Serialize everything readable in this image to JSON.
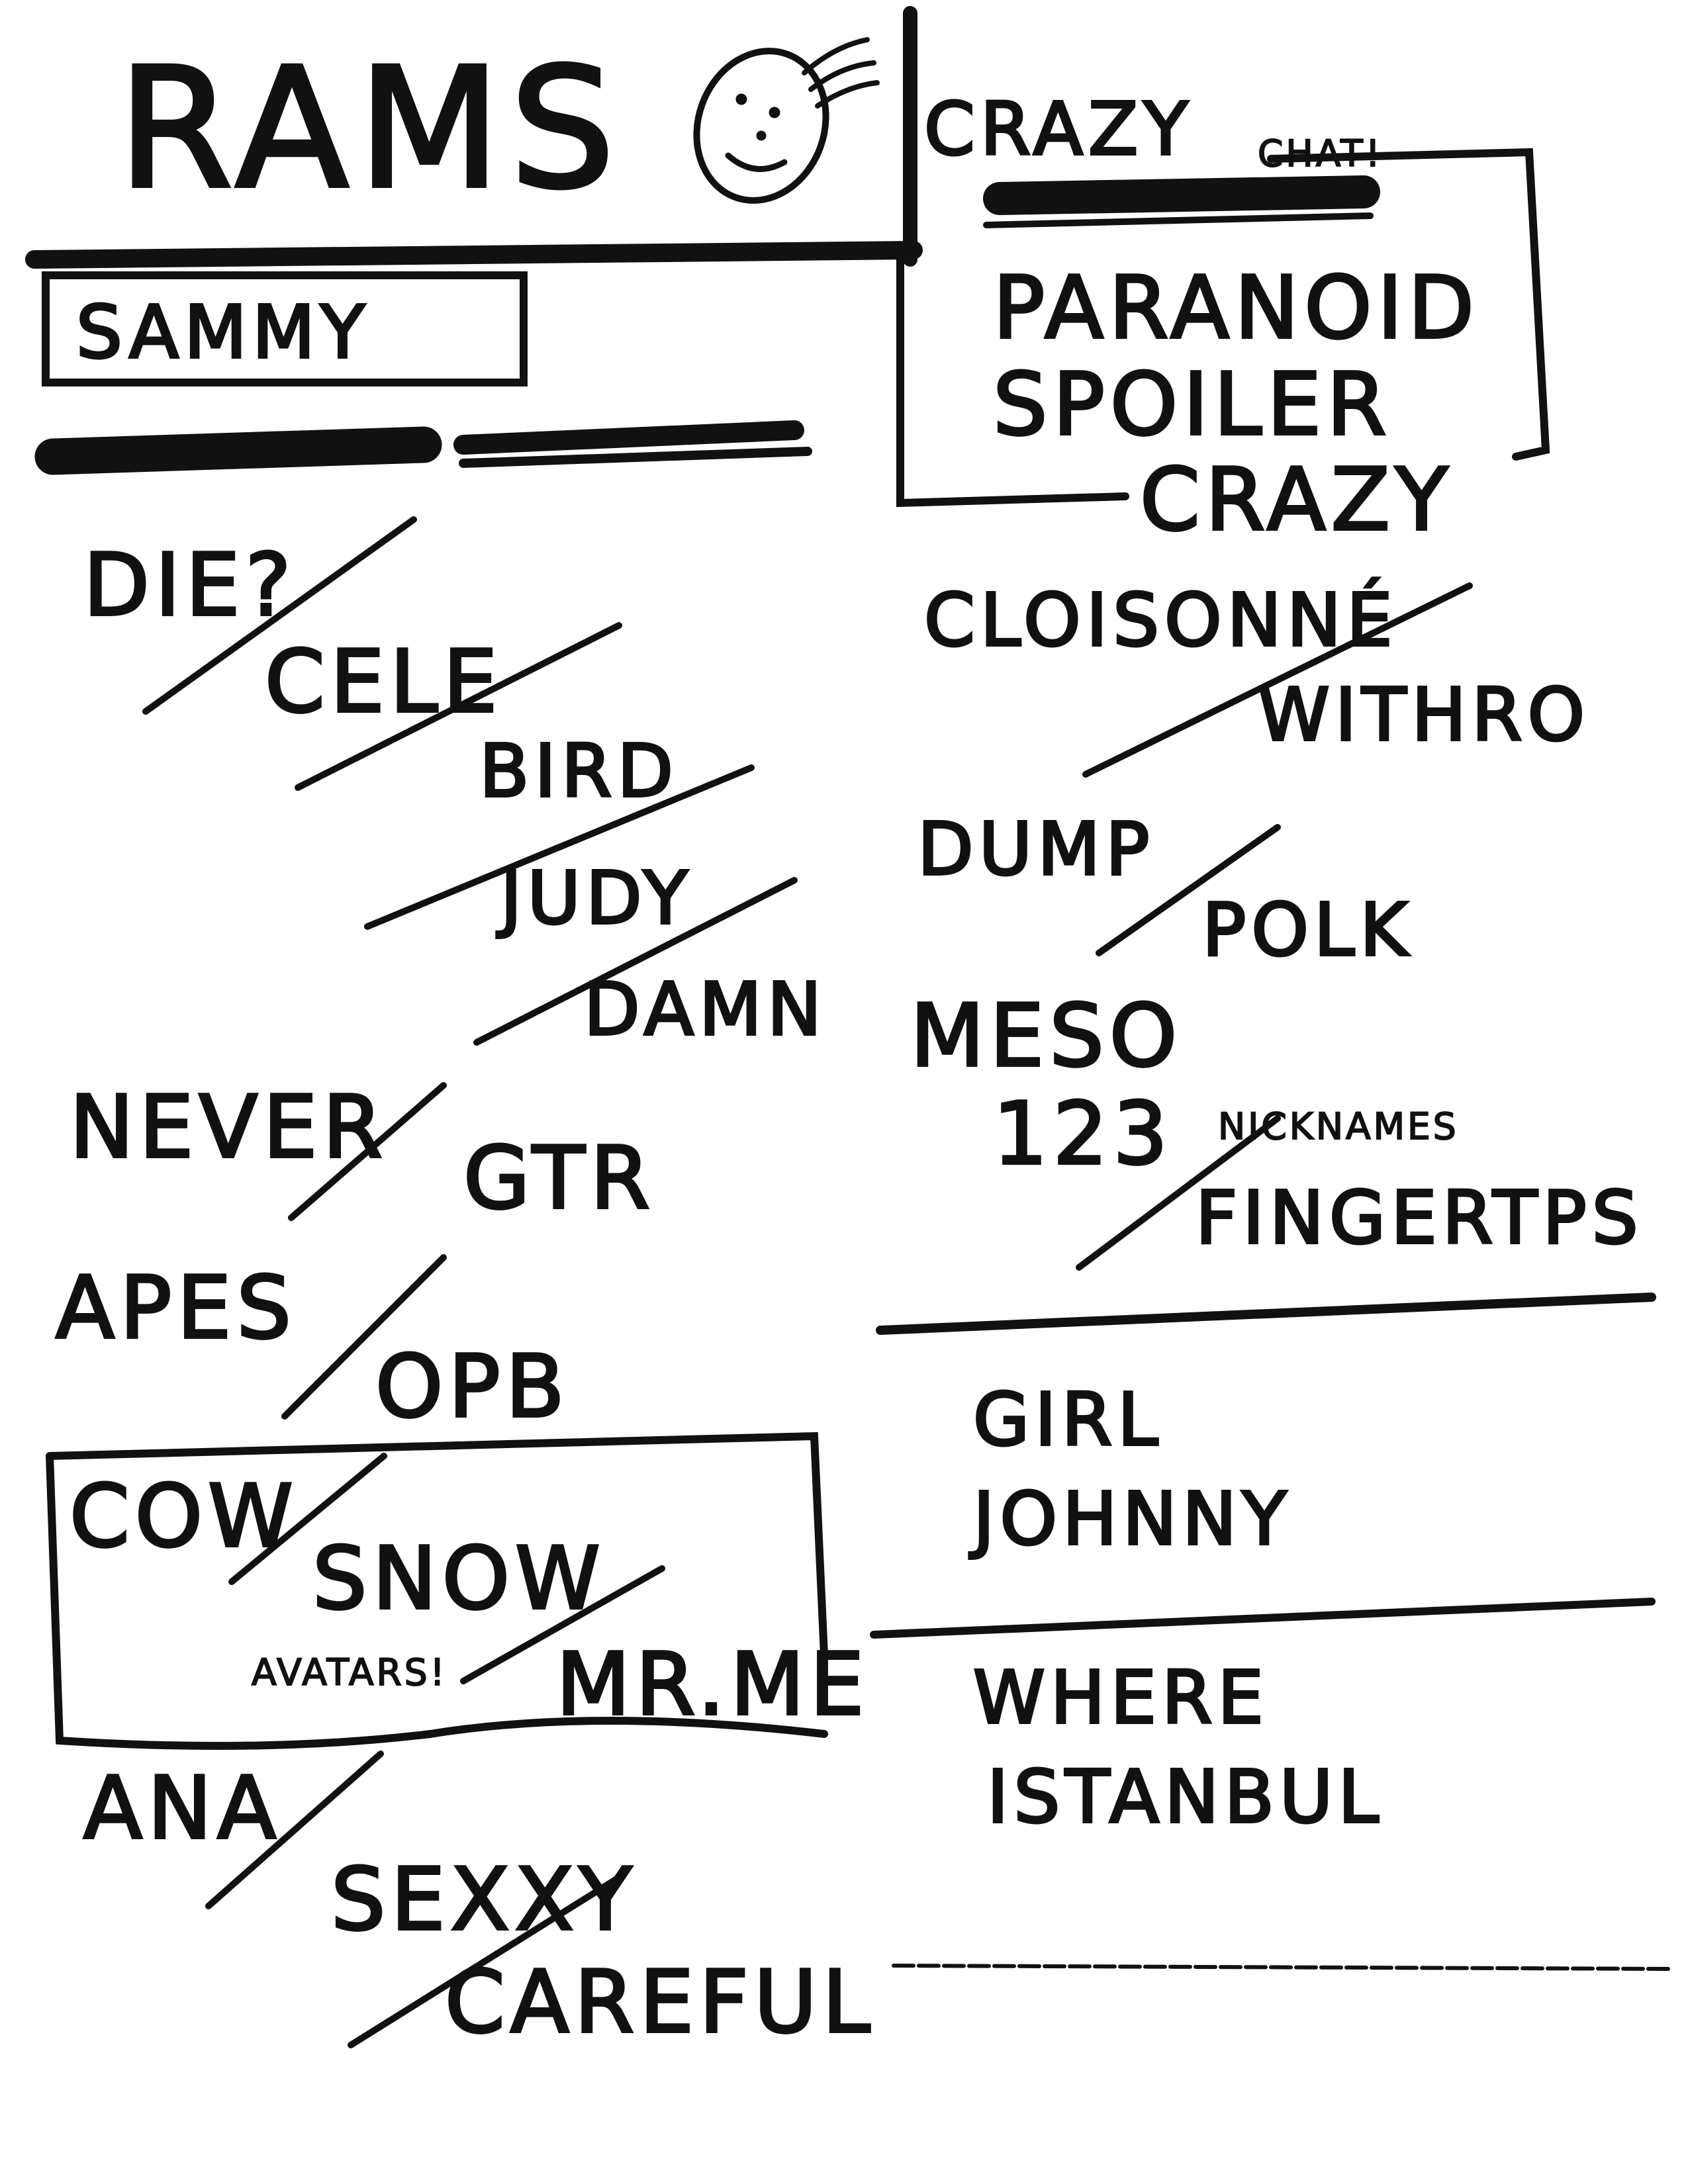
{
  "header": {
    "title": "RAMS",
    "logo_icon": "face-icon"
  },
  "login_box": {
    "label": "SAMMY"
  },
  "left_list": {
    "items": [
      "DIE?",
      "CELE",
      "BIRD",
      "JUDY",
      "DAMN",
      "NEVER",
      "GTR",
      "APES",
      "OPB"
    ]
  },
  "avatars_box": {
    "note": "AVATARS!",
    "items": [
      "COW",
      "SNOW",
      "MR.ME"
    ]
  },
  "left_list_bottom": {
    "items": [
      "ANA",
      "SEXXY",
      "CAREFUL"
    ]
  },
  "chat_box": {
    "title": "CRAZY",
    "note": "CHAT!",
    "items": [
      "PARANOID",
      "SPOILER",
      "CRAZY"
    ]
  },
  "right_list": {
    "items": [
      "CLOISONNÉ",
      "WITHRO",
      "DUMP",
      "POLK",
      "MESO",
      "123",
      "FINGERTPS"
    ],
    "note": "NICKNAMES"
  },
  "right_section_2": {
    "items": [
      "GIRL",
      "JOHNNY"
    ]
  },
  "right_section_3": {
    "items": [
      "WHERE",
      "ISTANBUL"
    ]
  }
}
